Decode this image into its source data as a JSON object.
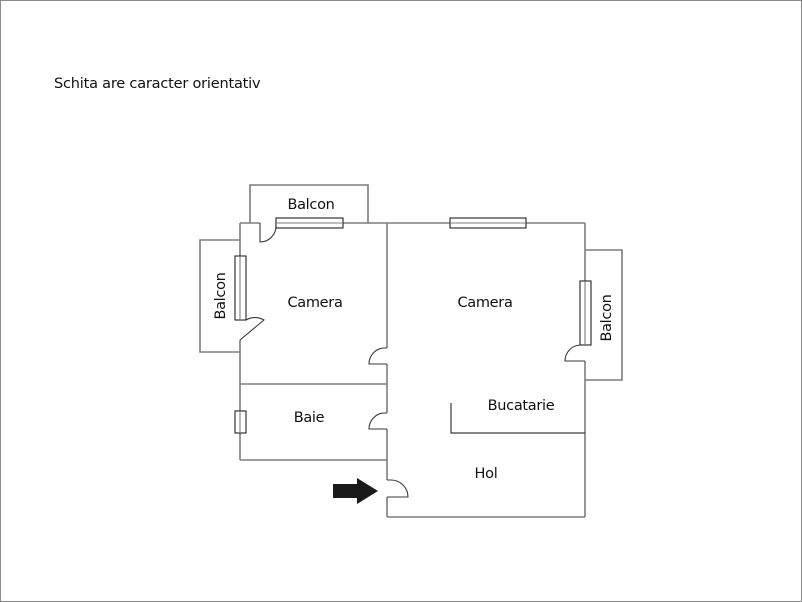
{
  "note": "Schita are caracter orientativ",
  "rooms": {
    "balcony_top": "Balcon",
    "balcony_left": "Balcon",
    "balcony_right": "Balcon",
    "bedroom_left": "Camera",
    "bedroom_right": "Camera",
    "bathroom": "Baie",
    "kitchen": "Bucatarie",
    "hallway": "Hol"
  },
  "icons": {
    "entrance": "entrance-arrow-icon"
  },
  "colors": {
    "wall": "#7d7d7d",
    "window": "#222222",
    "text": "#111111",
    "arrow": "#1a1a1a"
  }
}
